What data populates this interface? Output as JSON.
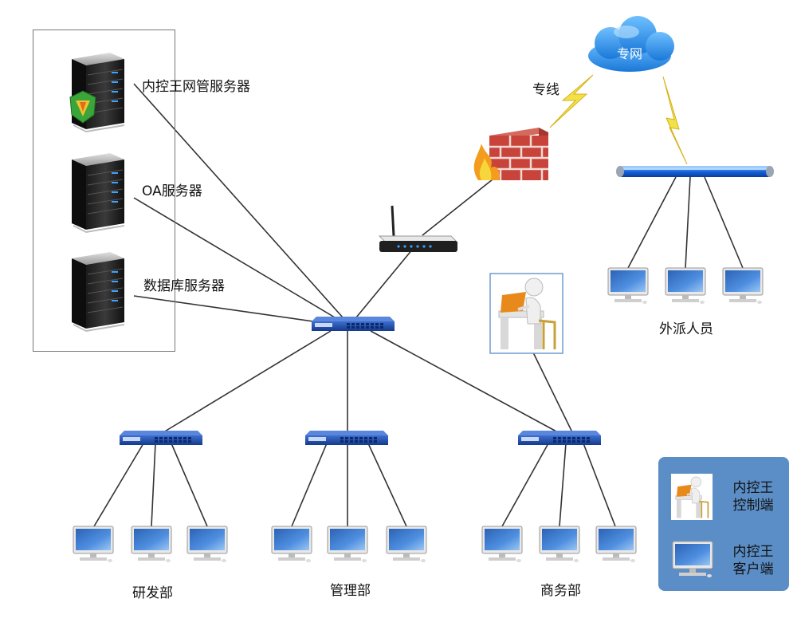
{
  "servers": {
    "nkw_server": "内控王网管服务器",
    "oa_server": "OA服务器",
    "db_server": "数据库服务器"
  },
  "links": {
    "dedicated_line": "专线",
    "private_net": "专网"
  },
  "departments": {
    "rd": "研发部",
    "mgmt": "管理部",
    "biz": "商务部",
    "field": "外派人员"
  },
  "legend": {
    "control_line1": "内控王",
    "control_line2": "控制端",
    "client_line1": "内控王",
    "client_line2": "客户端"
  },
  "colors": {
    "switch": "#1f4fa8",
    "cloud": "#2f8fe6",
    "legend_bg": "#5b8ec6",
    "bolt": "#f3e14a",
    "brick": "#c8433a"
  }
}
